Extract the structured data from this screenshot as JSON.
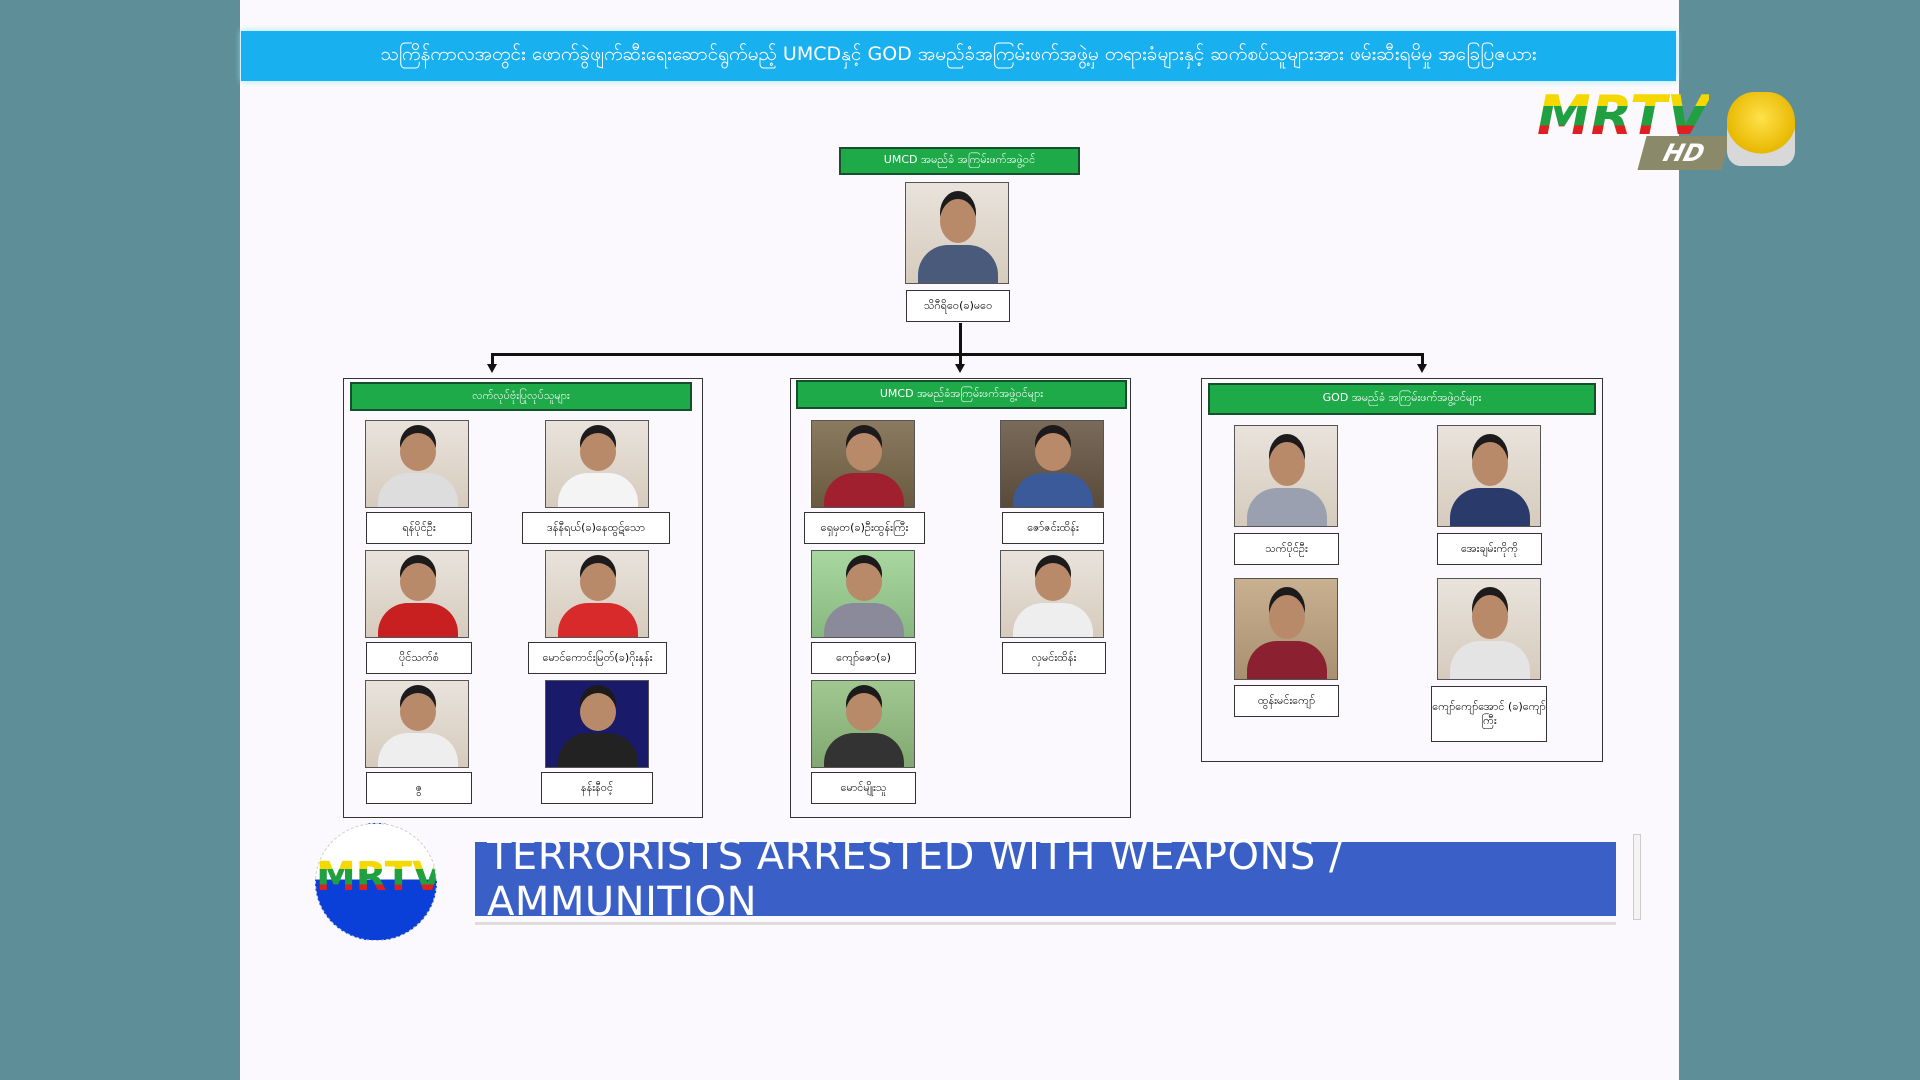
{
  "header": {
    "title": "သကြိန်ကာလအတွင်း ဖောက်ခွဲဖျက်ဆီးရေးဆောင်ရွက်မည့် UMCDနှင့် GOD အမည်ခံအကြမ်းဖက်အဖွဲ့မှ တရားခံများနှင့် ဆက်စပ်သူများအား ဖမ်းဆီးရမိမှု အခြေပြဇယား"
  },
  "logo": {
    "brand": "MRTV",
    "hd": "HD"
  },
  "chart": {
    "top": {
      "label": "UMCD အမည်ခံ အကြမ်းဖက်အဖွဲ့ဝင်",
      "name": "သိဂီရိဝေ(ခ)မဝေ"
    },
    "groups": [
      {
        "label": "လက်လုပ်ဗုံးပြုလုပ်သူများ",
        "members": [
          "ရန်ပိုင်ဦး",
          "ဒန်နီရယ်(ခ)နေထွဋ်သော",
          "ပိုင်သက်စံ",
          "မောင်ကောင်းမြတ်(ခ)ဂိုးနှန်း",
          "ဇွ",
          "နန်းနီဝင့်"
        ]
      },
      {
        "label": "UMCD အမည်ခံအကြမ်းဖက်အဖွဲ့ဝင်များ",
        "members": [
          "ရှေမှတ(ခ)ဦးထွန်းကြီး",
          "ဇော်ဇင်းထိန်း",
          "ကျော်ဇော(ခ)",
          "လှမင်းထိန်း",
          "မောင်မျိုးသူ"
        ]
      },
      {
        "label": "GOD အမည်ခံ အကြမ်းဖက်အဖွဲ့ဝင်များ",
        "members": [
          "သက်ပိုင်ဦး",
          "အေးချမ်းကိုကို",
          "ထွန်းမင်းကျော်",
          "ကျော်ကျော်အောင် (ခ)ကျော်ကြီး"
        ]
      }
    ]
  },
  "ticker": {
    "text": "TERRORISTS ARRESTED WITH WEAPONS / AMMUNITION"
  }
}
